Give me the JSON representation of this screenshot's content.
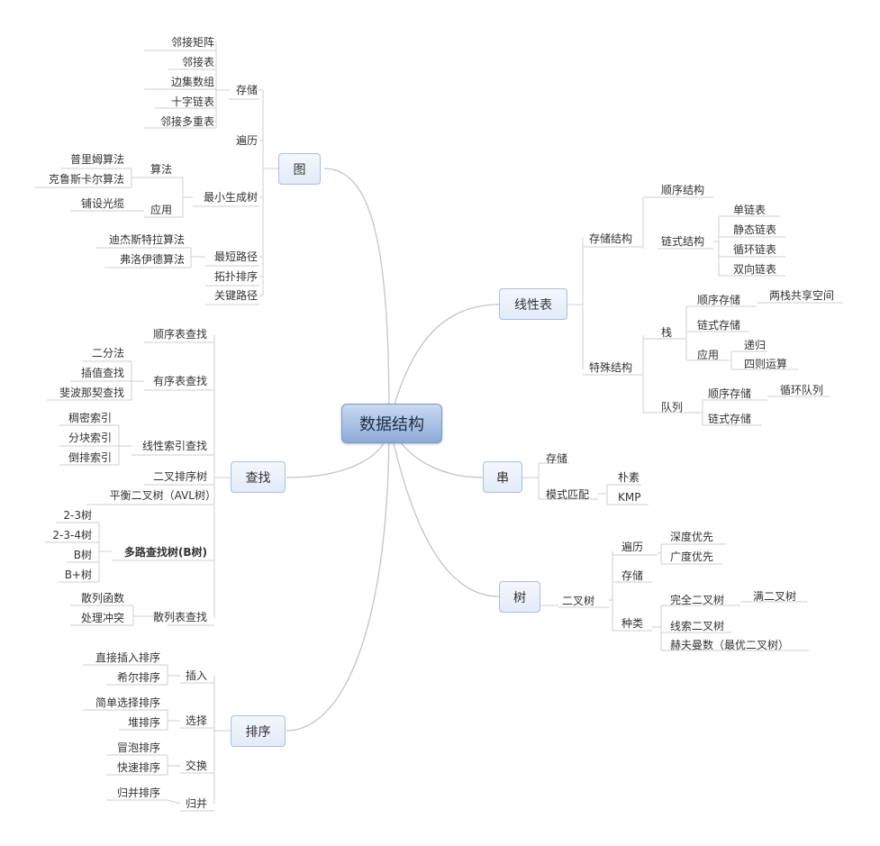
{
  "root": "数据结构",
  "topics": {
    "graph": {
      "label": "图",
      "storage": {
        "label": "存储",
        "items": [
          "邻接矩阵",
          "邻接表",
          "边集数组",
          "十字链表",
          "邻接多重表"
        ]
      },
      "traversal": "遍历",
      "mst": {
        "label": "最小生成树",
        "algorithms": {
          "label": "算法",
          "items": [
            "普里姆算法",
            "克鲁斯卡尔算法"
          ]
        },
        "application": {
          "label": "应用",
          "items": [
            "铺设光缆"
          ]
        }
      },
      "shortest_path": {
        "label": "最短路径",
        "items": [
          "迪杰斯特拉算法",
          "弗洛伊德算法"
        ]
      },
      "topo_sort": "拓扑排序",
      "critical_path": "关键路径"
    },
    "search": {
      "label": "查找",
      "sequential": "顺序表查找",
      "ordered": {
        "label": "有序表查找",
        "items": [
          "二分法",
          "插值查找",
          "斐波那契查找"
        ]
      },
      "linear_index": {
        "label": "线性索引查找",
        "items": [
          "稠密索引",
          "分块索引",
          "倒排索引"
        ]
      },
      "bst": "二叉排序树",
      "avl": "平衡二叉树（AVL树）",
      "btree": {
        "label": "多路查找树(B树)",
        "items": [
          "2-3树",
          "2-3-4树",
          "B树",
          "B+树"
        ]
      },
      "hash": {
        "label": "散列表查找",
        "items": [
          "散列函数",
          "处理冲突"
        ]
      }
    },
    "sort": {
      "label": "排序",
      "insertion": {
        "label": "插入",
        "items": [
          "直接插入排序",
          "希尔排序"
        ]
      },
      "selection": {
        "label": "选择",
        "items": [
          "简单选择排序",
          "堆排序"
        ]
      },
      "exchange": {
        "label": "交换",
        "items": [
          "冒泡排序",
          "快速排序"
        ]
      },
      "merge": {
        "label": "归并",
        "items": [
          "归并排序"
        ]
      }
    },
    "linear": {
      "label": "线性表",
      "storage": {
        "label": "存储结构",
        "sequential": "顺序结构",
        "linked": {
          "label": "链式结构",
          "items": [
            "单链表",
            "静态链表",
            "循环链表",
            "双向链表"
          ]
        }
      },
      "special": {
        "label": "特殊结构",
        "stack": {
          "label": "栈",
          "seq": {
            "label": "顺序存储",
            "items": [
              "两栈共享空间"
            ]
          },
          "linked": "链式存储",
          "app": {
            "label": "应用",
            "items": [
              "递归",
              "四则运算"
            ]
          }
        },
        "queue": {
          "label": "队列",
          "seq": {
            "label": "顺序存储",
            "items": [
              "循环队列"
            ]
          },
          "linked": "链式存储"
        }
      }
    },
    "string": {
      "label": "串",
      "storage": "存储",
      "matching": {
        "label": "模式匹配",
        "items": [
          "朴素",
          "KMP"
        ]
      }
    },
    "tree": {
      "label": "树",
      "binary": {
        "label": "二叉树",
        "traversal": {
          "label": "遍历",
          "items": [
            "深度优先",
            "广度优先"
          ]
        },
        "storage": "存储",
        "types": {
          "label": "种类",
          "complete": {
            "label": "完全二叉树",
            "items": [
              "满二叉树"
            ]
          },
          "threaded": "线索二叉树",
          "huffman": "赫夫曼数（最优二叉树）"
        }
      }
    }
  },
  "colors": {
    "line": "#c4c4c4",
    "underline": "#cfcfcf",
    "root_fill": "#9db7df",
    "node_fill": "#e6eef9"
  }
}
